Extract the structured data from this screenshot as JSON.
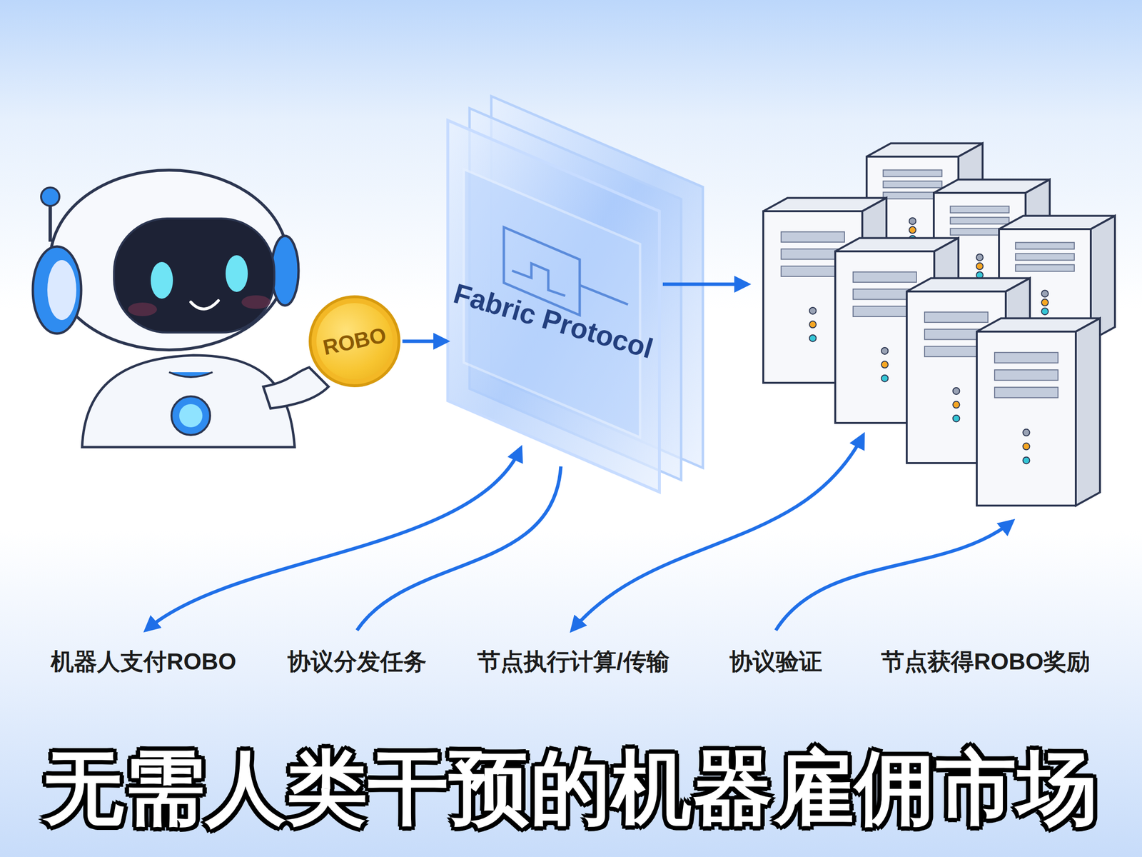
{
  "diagram": {
    "title": "无需人类干预的机器雇佣市场",
    "nodes": [
      {
        "text": [
          "ROBO"
        ]
      },
      {
        "text": [
          "Fabric Protocol"
        ]
      }
    ],
    "edges": [
      {
        "from": 0,
        "to": 1,
        "arrow": "to"
      }
    ],
    "labels": [
      "机器人支付ROBO",
      "协议分发任务",
      "节点执行计算/传输",
      "协议验证",
      "节点获得ROBO奖励"
    ]
  }
}
